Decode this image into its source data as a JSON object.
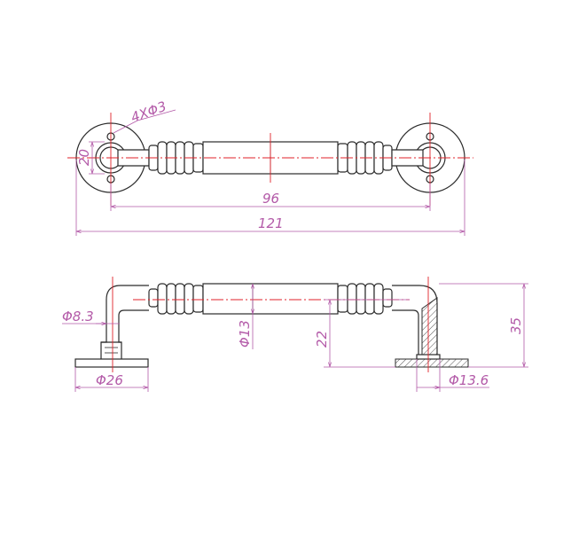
{
  "drawing": {
    "top_view": {
      "hole_callout": "4XΦ3",
      "flange_height": "20",
      "hole_spacing": "96",
      "overall_length": "121"
    },
    "side_view": {
      "post_diameter": "Φ8.3",
      "bar_diameter": "Φ13",
      "height_to_axis": "22",
      "overall_height": "35",
      "base_diameter": "Φ26",
      "boss_diameter": "Φ13.6"
    },
    "colors": {
      "outline": "#2b2b2b",
      "dimension": "#b35aa8",
      "centerline": "#e0222a"
    }
  }
}
